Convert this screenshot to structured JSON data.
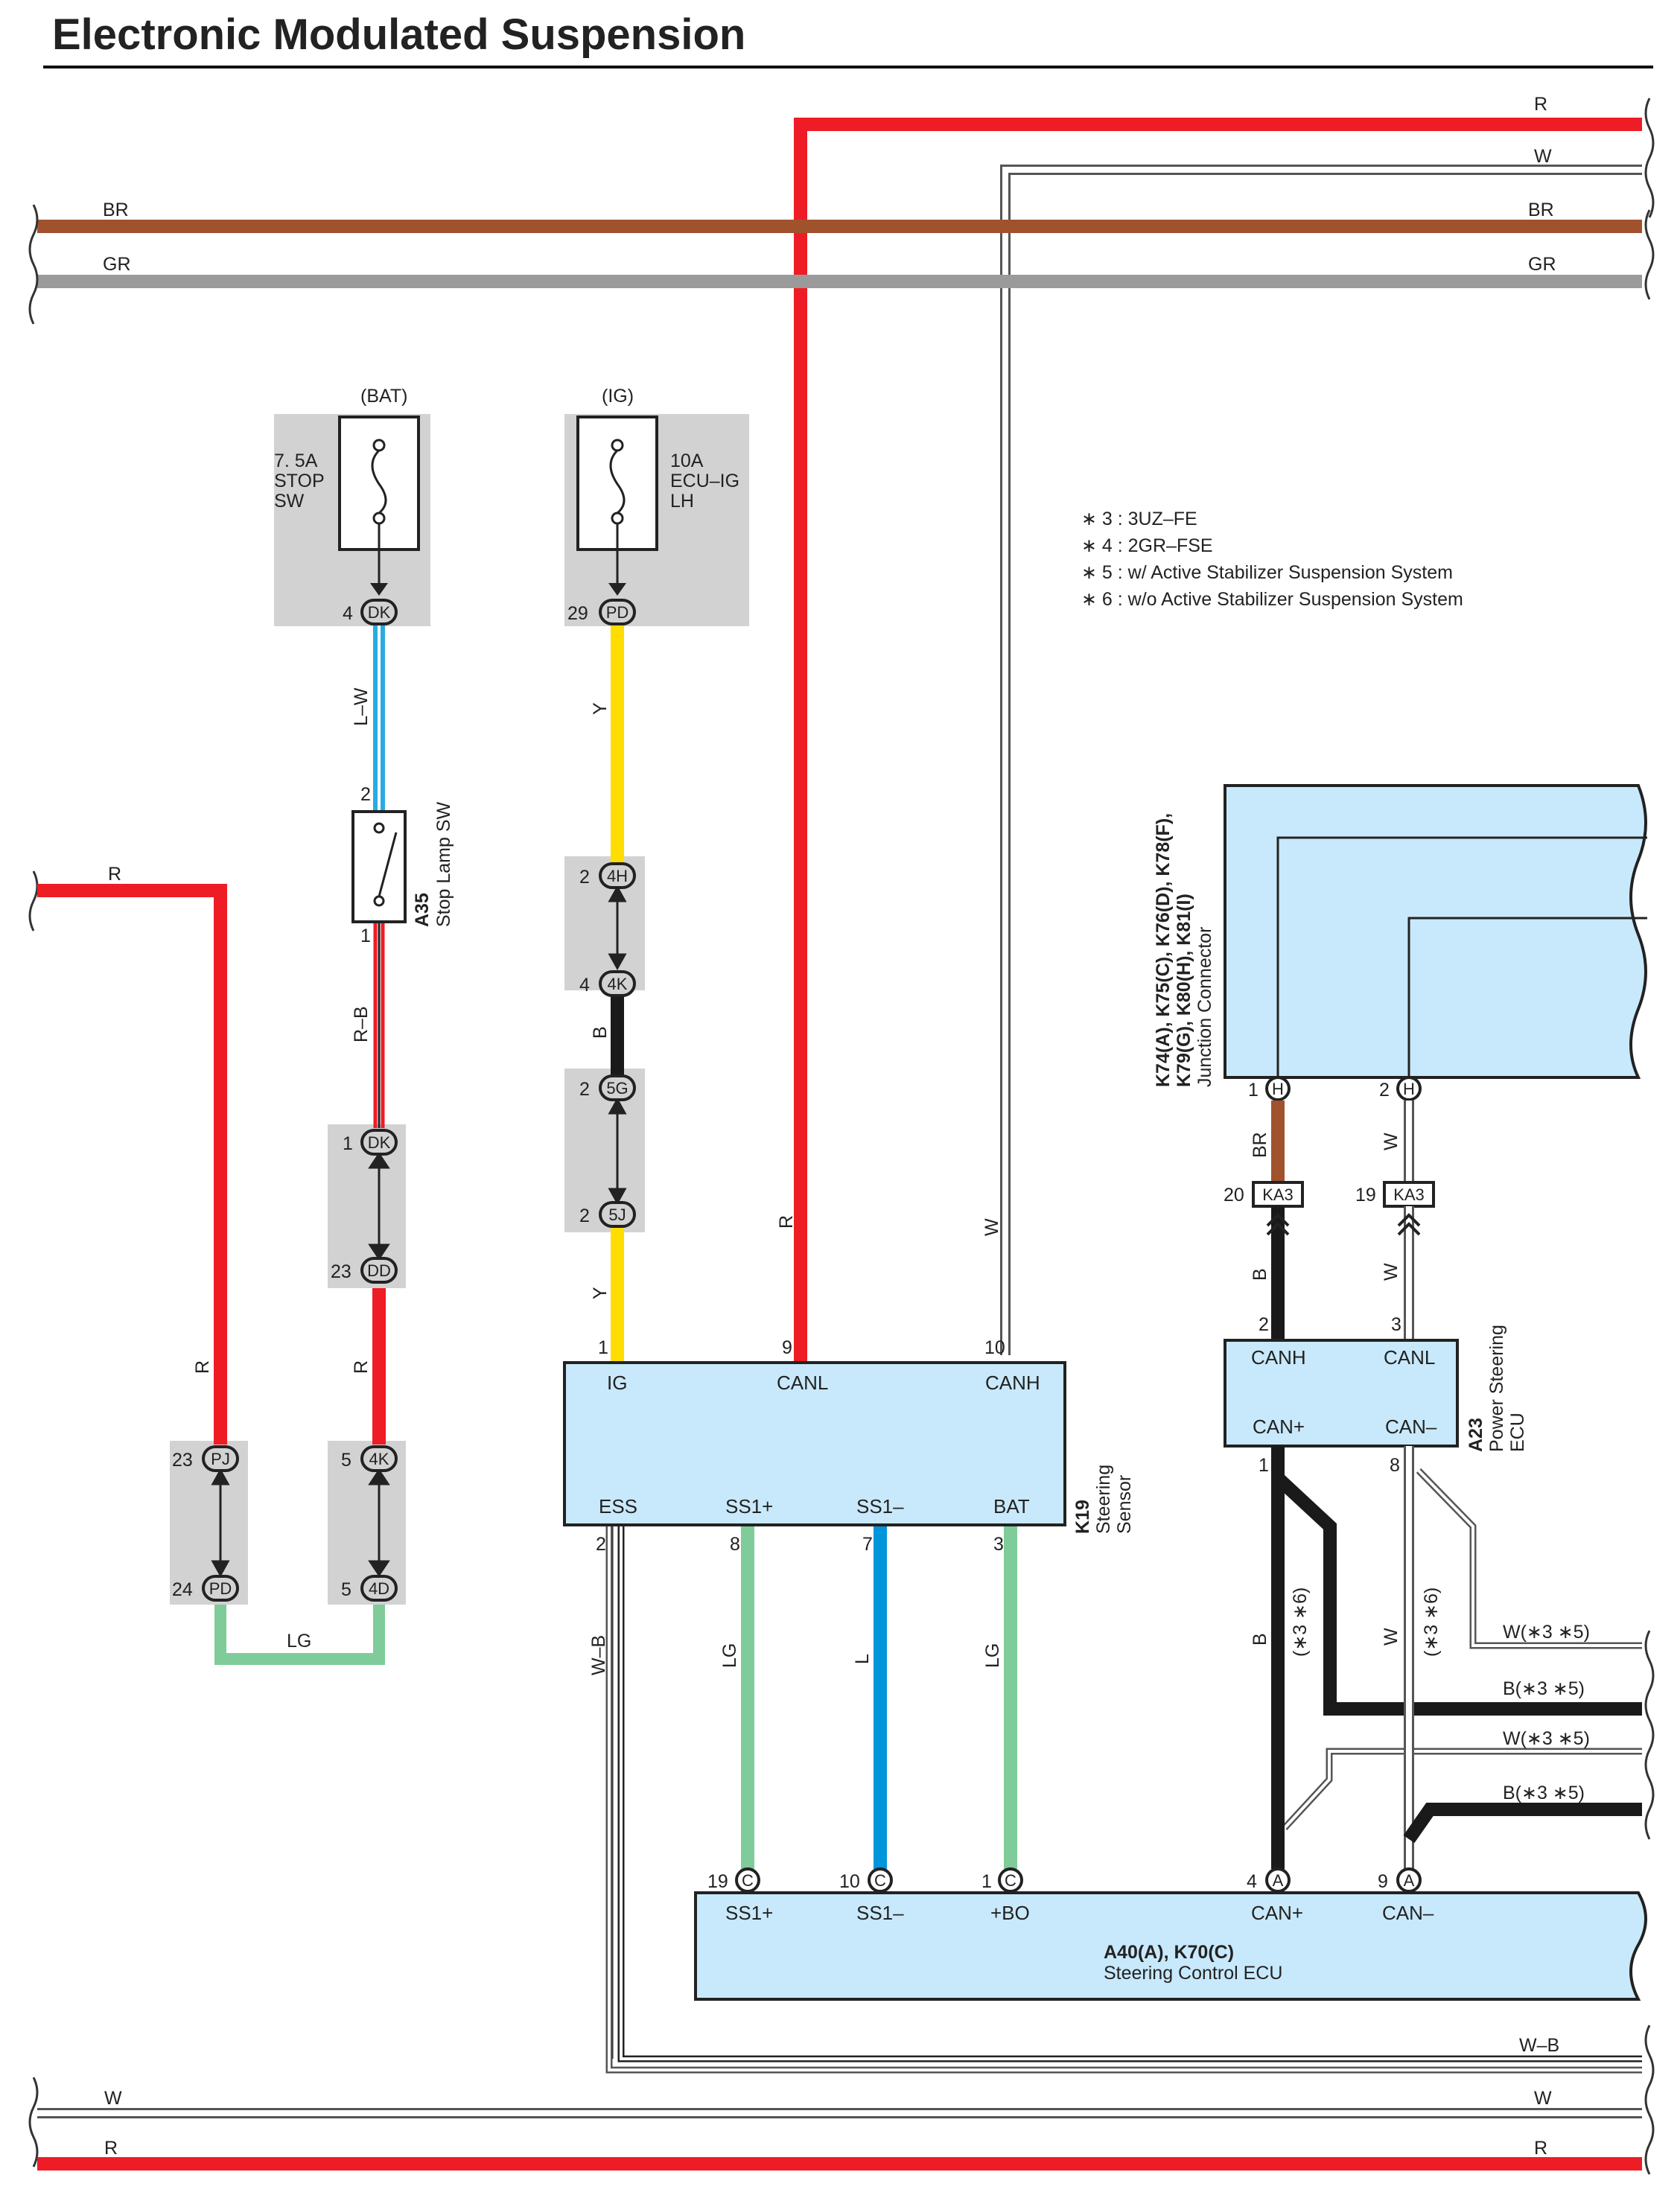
{
  "title": "Electronic Modulated Suspension",
  "colors": {
    "R": "#ee1c25",
    "BR": "#a0522d",
    "GR": "#9a9a9a",
    "W": "#ffffff",
    "L-W": "#29abe2",
    "Y": "#ffdd00",
    "B": "#1a1a1a",
    "LG": "#7fcc9a",
    "L": "#0095da",
    "component_fill": "#c8e9fb",
    "relay_gray": "#d2d2d2"
  },
  "wire_labels": {
    "top_R": "R",
    "top_W": "W",
    "top_BR_left": "BR",
    "top_BR_right": "BR",
    "top_GR_left": "GR",
    "top_GR_right": "GR",
    "lw": "L–W",
    "y_upper": "Y",
    "b_mid": "B",
    "left_R": "R",
    "rb": "R–B",
    "r_stop": "R",
    "r_pj": "R",
    "lg_bottom": "LG",
    "y_lower": "Y",
    "canl_r": "R",
    "canh_w": "W",
    "br_h1": "BR",
    "w_h2": "W",
    "b_ka3": "B",
    "w_ka3": "W",
    "wb": "W–B",
    "lg_ss1p": "LG",
    "l_ss1m": "L",
    "lg_bat": "LG",
    "b_can": "B",
    "w_can": "W",
    "note_36a": "(∗3 ∗6)",
    "note_36b": "(∗3 ∗6)",
    "out_w35_1": "W(∗3 ∗5)",
    "out_b35_1": "B(∗3 ∗5)",
    "out_w35_2": "W(∗3 ∗5)",
    "out_b35_2": "B(∗3 ∗5)",
    "bottom_WB": "W–B",
    "bottom_W_left": "W",
    "bottom_W_right": "W",
    "bottom_R_left": "R",
    "bottom_R_right": "R"
  },
  "fuses": {
    "bat": {
      "supply": "(BAT)",
      "rating": "7. 5A",
      "name1": "STOP",
      "name2": "SW",
      "pin": "4",
      "conn": "DK"
    },
    "ig": {
      "supply": "(IG)",
      "rating": "10A",
      "name1": "ECU–IG",
      "name2": "LH",
      "pin": "29",
      "conn": "PD"
    }
  },
  "connectors": {
    "c4h": {
      "pin": "2",
      "code": "4H"
    },
    "c4k": {
      "pin": "4",
      "code": "4K"
    },
    "c5g": {
      "pin": "2",
      "code": "5G"
    },
    "c5j": {
      "pin": "2",
      "code": "5J"
    },
    "dk": {
      "pin": "1",
      "code": "DK"
    },
    "dd": {
      "pin": "23",
      "code": "DD"
    },
    "c4k2": {
      "pin": "5",
      "code": "4K"
    },
    "c4d": {
      "pin": "5",
      "code": "4D"
    },
    "pj": {
      "pin": "23",
      "code": "PJ"
    },
    "pd": {
      "pin": "24",
      "code": "PD"
    },
    "h1": {
      "pin": "1",
      "code": "H"
    },
    "h2": {
      "pin": "2",
      "code": "H"
    },
    "ka3a": {
      "pin": "20",
      "code": "KA3"
    },
    "ka3b": {
      "pin": "19",
      "code": "KA3"
    },
    "c19": {
      "pin": "19",
      "code": "C"
    },
    "c10": {
      "pin": "10",
      "code": "C"
    },
    "c1": {
      "pin": "1",
      "code": "C"
    },
    "a4": {
      "pin": "4",
      "code": "A"
    },
    "a9": {
      "pin": "9",
      "code": "A"
    }
  },
  "stop_switch": {
    "pin_top": "2",
    "pin_bottom": "1",
    "code": "A35",
    "name": "Stop Lamp SW"
  },
  "steering_sensor": {
    "code": "K19",
    "name1": "Steering",
    "name2": "Sensor",
    "pins": {
      "ig": "1",
      "canl": "9",
      "canh": "10",
      "ess": "2",
      "ss1p": "8",
      "ss1m": "7",
      "bat": "3"
    },
    "terminals": {
      "ig": "IG",
      "canl": "CANL",
      "canh": "CANH",
      "ess": "ESS",
      "ss1p": "SS1+",
      "ss1m": "SS1–",
      "bat": "BAT"
    }
  },
  "power_steering_ecu": {
    "code": "A23",
    "name1": "Power Steering",
    "name2": "ECU",
    "pins": {
      "canh": "2",
      "canl": "3",
      "canp": "1",
      "canm": "8"
    },
    "terminals": {
      "canh": "CANH",
      "canl": "CANL",
      "canp": "CAN+",
      "canm": "CAN–"
    }
  },
  "junction_connector": {
    "line1": "K74(A), K75(C), K76(D), K78(F),",
    "line2": "K79(G), K80(H), K81(I)",
    "name": "Junction Connector"
  },
  "steering_control_ecu": {
    "code": "A40(A), K70(C)",
    "name": "Steering Control ECU",
    "terminals": {
      "ss1p": "SS1+",
      "ss1m": "SS1–",
      "bo": "+BO",
      "canp": "CAN+",
      "canm": "CAN–"
    }
  },
  "notes": [
    "∗ 3 : 3UZ–FE",
    "∗ 4 : 2GR–FSE",
    "∗ 5 : w/ Active Stabilizer Suspension System",
    "∗ 6 : w/o Active Stabilizer Suspension System"
  ]
}
